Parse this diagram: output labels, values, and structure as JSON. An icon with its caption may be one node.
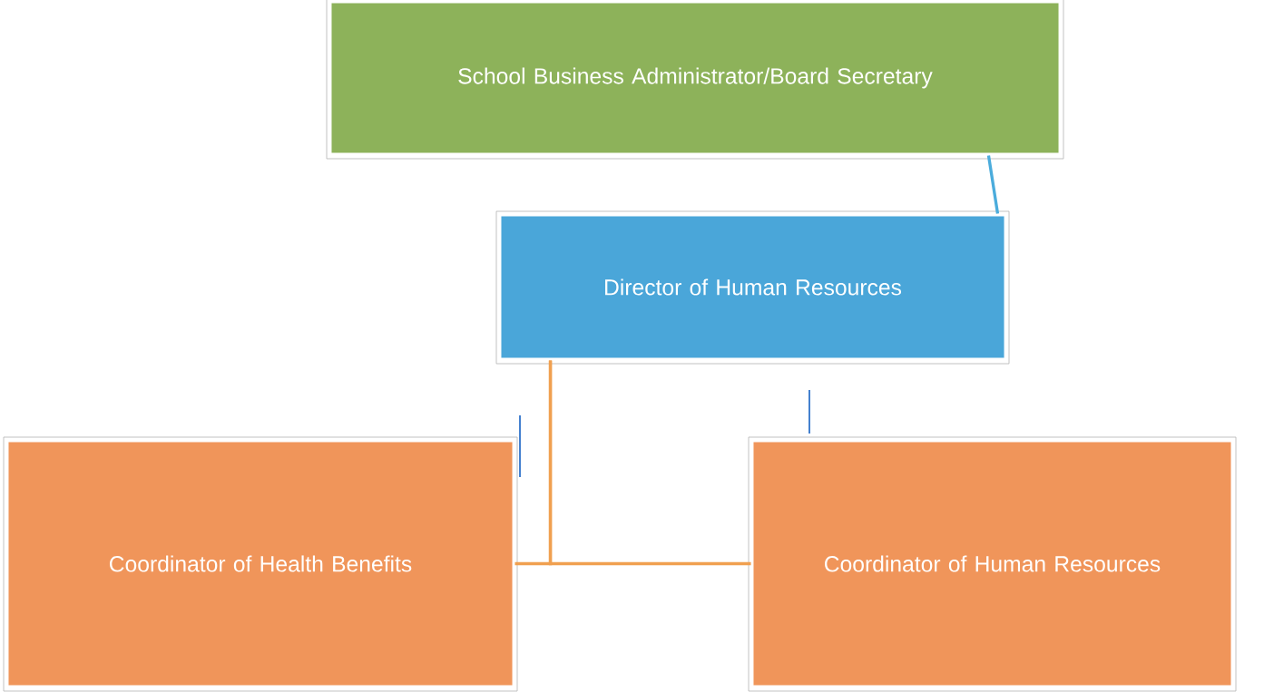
{
  "diagram": {
    "nodes": [
      {
        "text": [
          "School Business Administrator/Board Secretary"
        ]
      },
      {
        "text": [
          "Director of Human Resources"
        ]
      },
      {
        "text": [
          "Coordinator of Health Benefits"
        ]
      },
      {
        "text": [
          "Coordinator of Human Resources"
        ]
      }
    ],
    "edges": [
      {
        "from": 0,
        "to": 1,
        "arrow": "none",
        "color": "#4bacdc"
      },
      {
        "from": 1,
        "to": 2,
        "arrow": "none"
      },
      {
        "from": 1,
        "to": 3,
        "arrow": "none"
      }
    ]
  }
}
